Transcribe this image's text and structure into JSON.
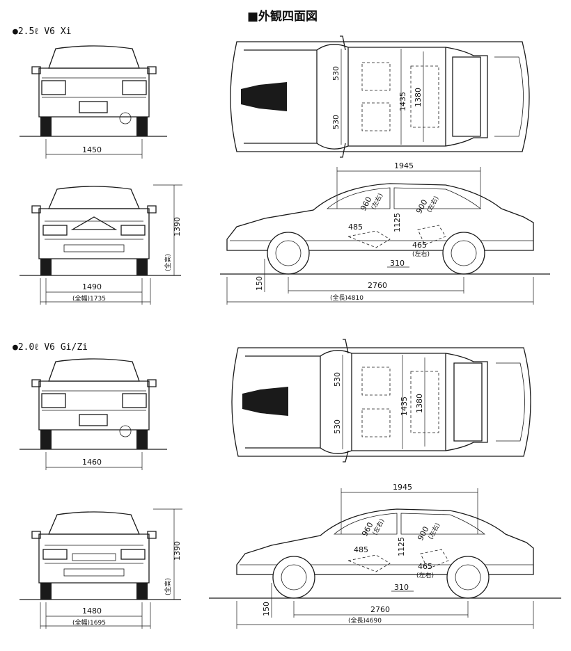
{
  "title": "■外観四面図",
  "models": [
    {
      "label": "●2.5ℓ V6 Xi",
      "rear_tread": "1450",
      "front_tread": "1490",
      "overall_width": "(全幅)1735",
      "overall_height": "1390",
      "height_prefix": "(全高)",
      "top_530_front": "530",
      "top_530_rear": "530",
      "top_1435": "1435",
      "top_1380": "1380",
      "side_1945": "1945",
      "side_960": "960",
      "side_960_note": "(左右)",
      "side_900": "900",
      "side_900_note": "(左右)",
      "side_485": "485",
      "side_1125": "1125",
      "side_465": "465",
      "side_465_note": "(左右)",
      "side_310": "310",
      "ground_clearance": "150",
      "wheelbase": "2760",
      "overall_length": "(全長)4810"
    },
    {
      "label": "●2.0ℓ V6 Gi/Zi",
      "rear_tread": "1460",
      "front_tread": "1480",
      "overall_width": "(全幅)1695",
      "overall_height": "1390",
      "height_prefix": "(全高)",
      "top_530_front": "530",
      "top_530_rear": "530",
      "top_1435": "1435",
      "top_1380": "1380",
      "side_1945": "1945",
      "side_960": "960",
      "side_960_note": "(左右)",
      "side_900": "900",
      "side_900_note": "(左右)",
      "side_485": "485",
      "side_1125": "1125",
      "side_465": "465",
      "side_465_note": "(左右)",
      "side_310": "310",
      "ground_clearance": "150",
      "wheelbase": "2760",
      "overall_length": "(全長)4690"
    }
  ]
}
